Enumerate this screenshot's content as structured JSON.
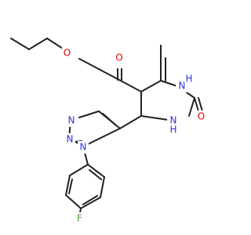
{
  "molecule": {
    "atoms": {
      "o_ester": "O",
      "o_carbonyl": "O",
      "o_urea": "O",
      "n_pyr_1": "N",
      "n_pyr_2": "N",
      "h_pyr_1": "H",
      "h_pyr_2": "H",
      "n_tri_1": "N",
      "n_tri_2": "N",
      "n_tri_3": "N",
      "f": "F"
    },
    "colors": {
      "carbon": "#222222",
      "oxygen": "#e00000",
      "nitrogen": "#3030e0",
      "fluorine": "#4aa335"
    }
  }
}
